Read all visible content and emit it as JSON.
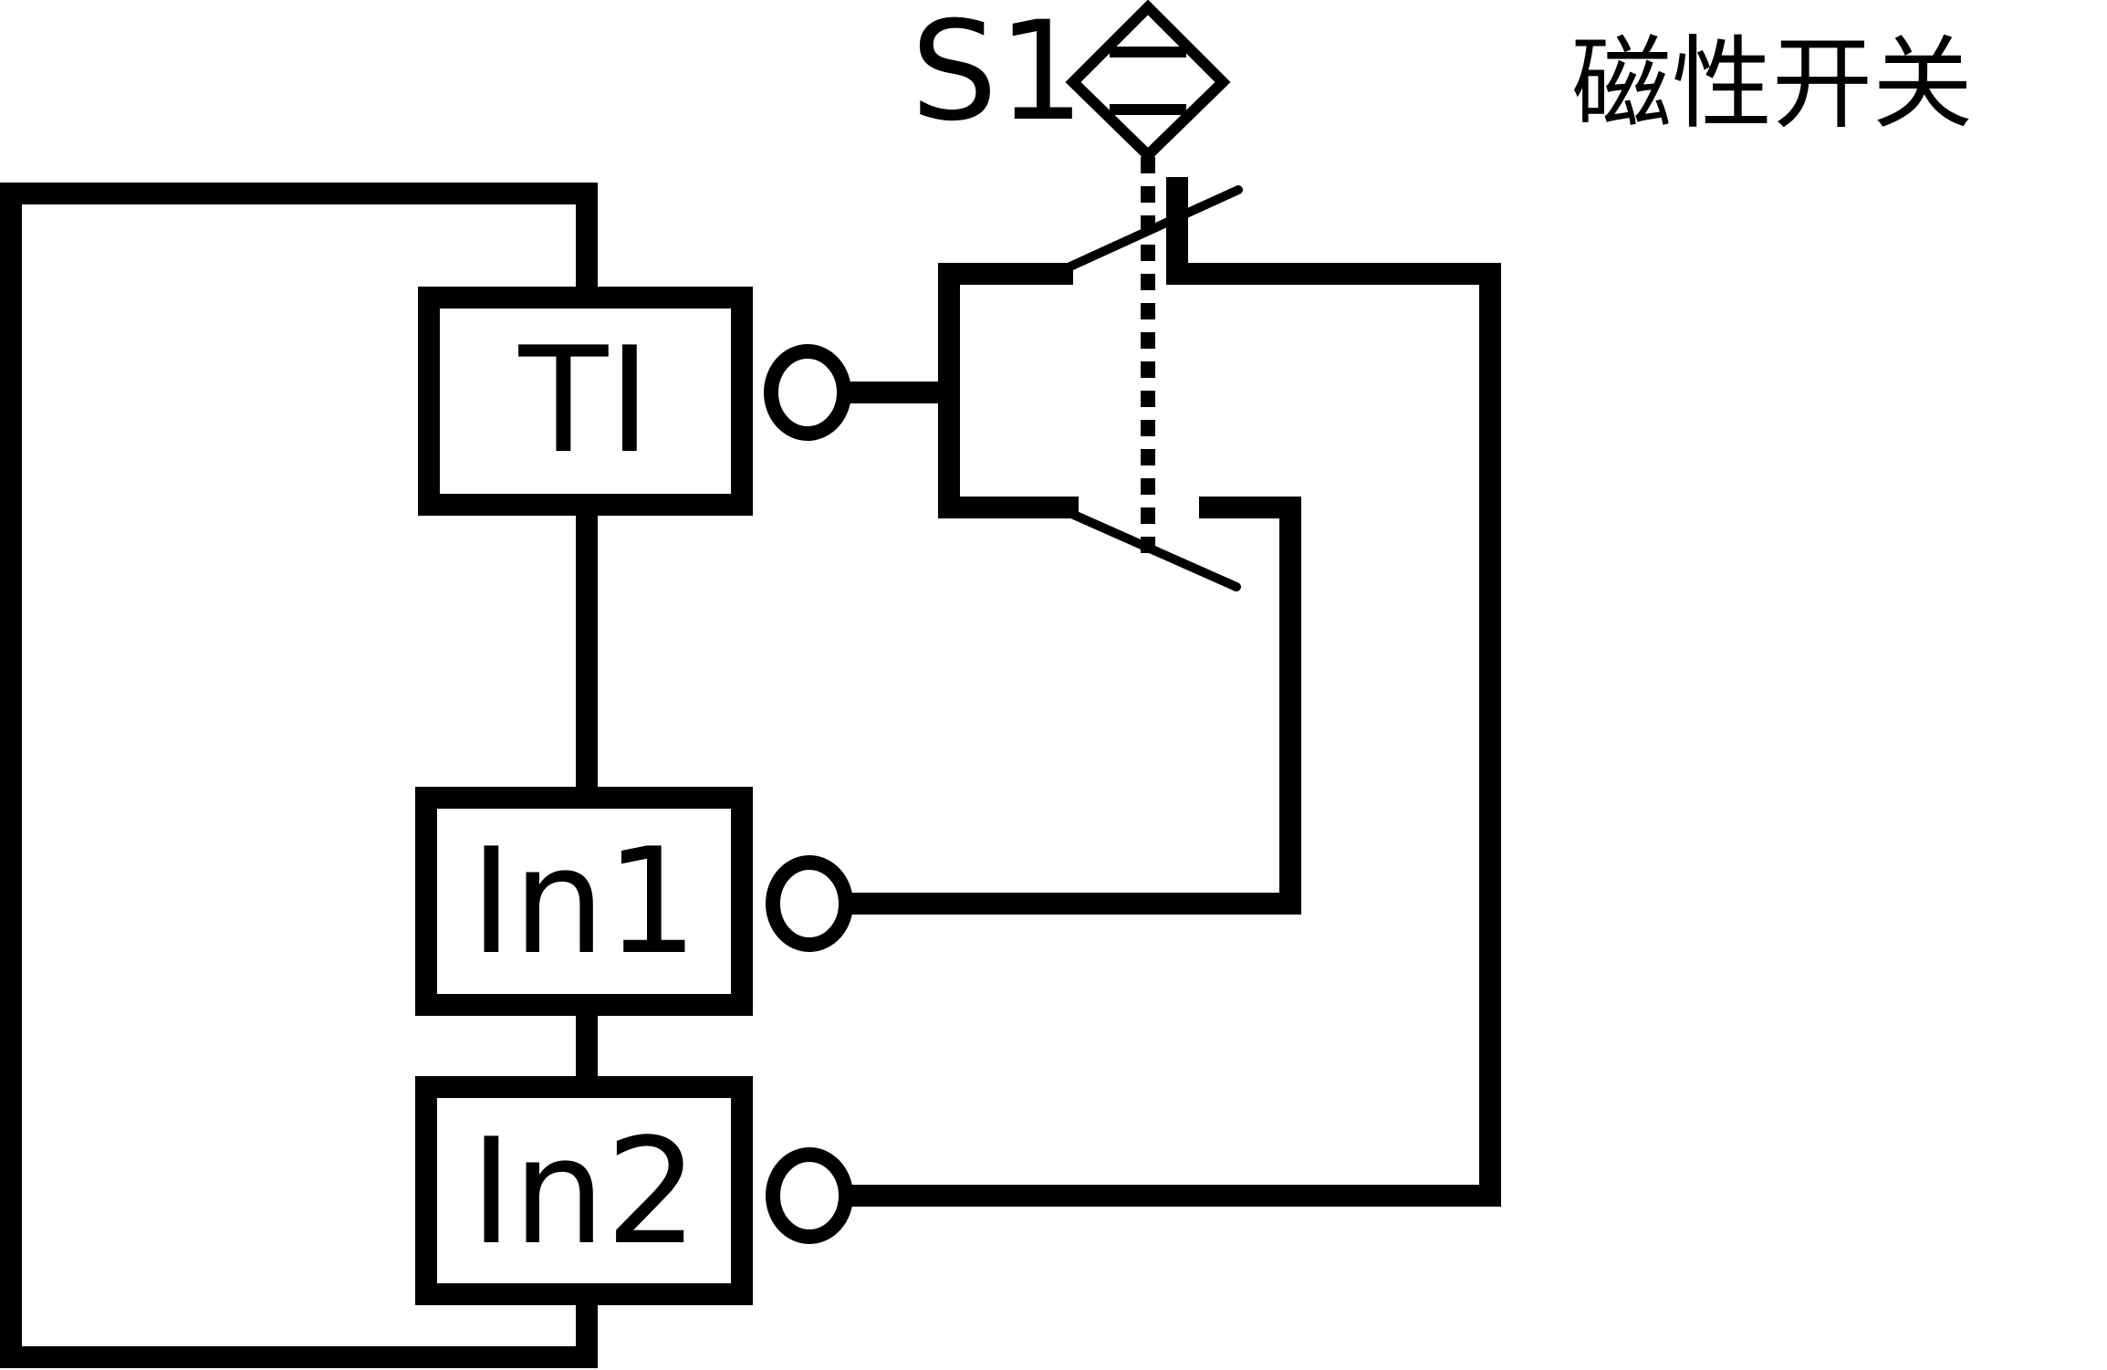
{
  "diagram": {
    "labels": {
      "switch_id": "S1",
      "switch_caption": "磁性开关"
    },
    "blocks": [
      {
        "id": "TI",
        "label": "TI"
      },
      {
        "id": "In1",
        "label": "In1"
      },
      {
        "id": "In2",
        "label": "In2"
      }
    ]
  }
}
